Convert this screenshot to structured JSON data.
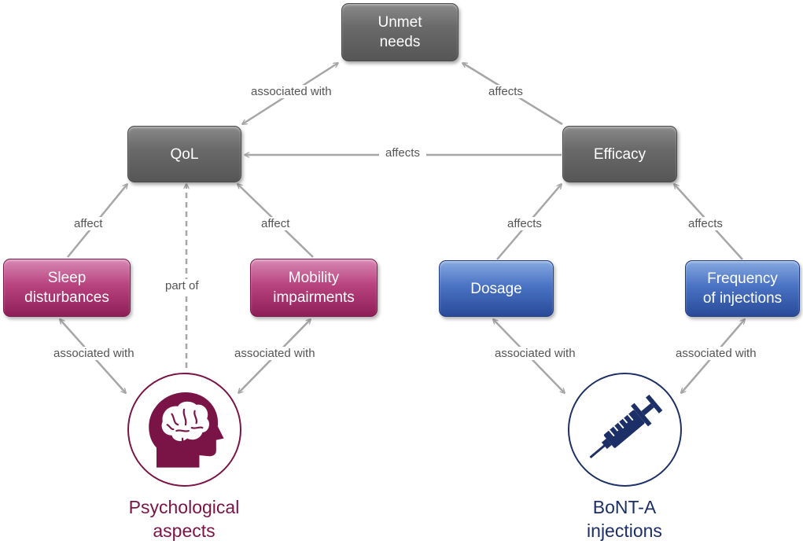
{
  "colors": {
    "grey": "#6a6a6a",
    "psychological": "#7b1446",
    "bont": "#1c2f66",
    "arrow": "#a6a6a6",
    "label": "#555555"
  },
  "nodes": {
    "unmet_needs": "Unmet\nneeds",
    "qol": "QoL",
    "efficacy": "Efficacy",
    "sleep": "Sleep\ndisturbances",
    "mobility": "Mobility\nimpairments",
    "dosage": "Dosage",
    "frequency": "Frequency\nof injections"
  },
  "edges": {
    "qol_unmet": "associated with",
    "efficacy_unmet": "affects",
    "efficacy_qol": "affects",
    "sleep_qol": "affect",
    "mobility_qol": "affect",
    "psych_qol": "part of",
    "dosage_efficacy": "affects",
    "frequency_efficacy": "affects",
    "sleep_psych": "associated with",
    "mobility_psych": "associated with",
    "dosage_bont": "associated with",
    "frequency_bont": "associated with"
  },
  "hubs": {
    "psychological": {
      "label": "Psychological\naspects",
      "icon": "brain-head-icon"
    },
    "bont": {
      "label": "BoNT-A\ninjections",
      "icon": "syringe-icon"
    }
  }
}
